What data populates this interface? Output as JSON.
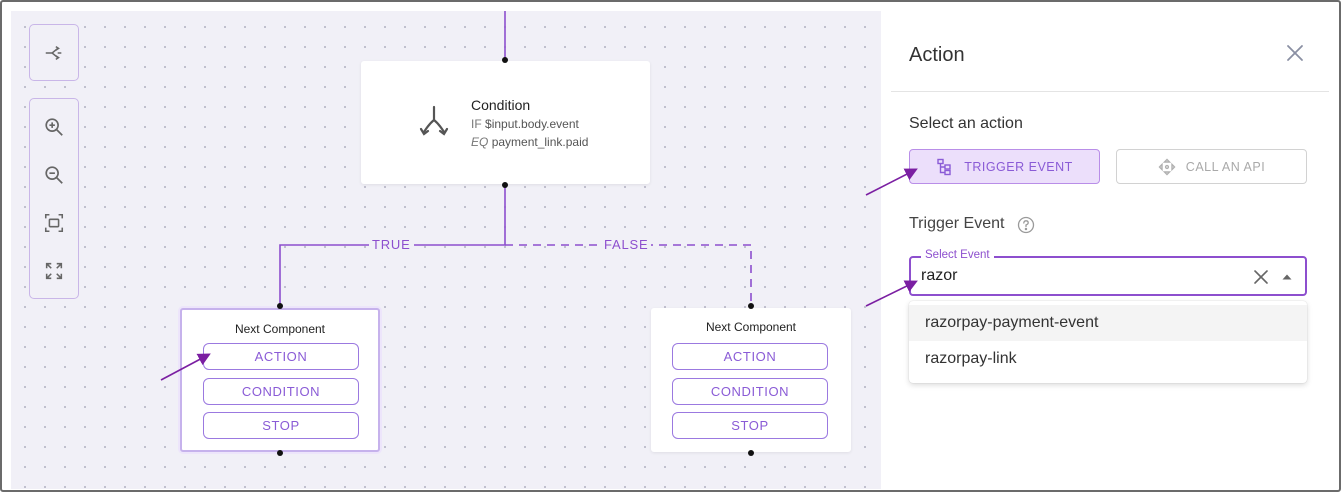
{
  "panel": {
    "title": "Action",
    "select_heading": "Select an action",
    "buttons": {
      "trigger_event": "TRIGGER EVENT",
      "call_api": "CALL AN API"
    },
    "trigger_label": "Trigger Event",
    "select": {
      "legend": "Select Event",
      "value": "razor"
    },
    "options": [
      "razorpay-payment-event",
      "razorpay-link"
    ]
  },
  "condition_node": {
    "title": "Condition",
    "line1_kw": "IF",
    "line1_val": "$input.body.event",
    "line2_kw": "EQ",
    "line2_val": "payment_link.paid"
  },
  "edges": {
    "true_label": "TRUE",
    "false_label": "FALSE"
  },
  "next_nodes": {
    "title": "Next Component",
    "buttons": {
      "action": "ACTION",
      "condition": "CONDITION",
      "stop": "STOP"
    }
  },
  "colors": {
    "accent": "#8d4fce",
    "arrow": "#7b1fa2",
    "canvas": "#f1f0f7"
  },
  "icons": [
    "share-icon",
    "zoom-in-icon",
    "zoom-out-icon",
    "fit-view-icon",
    "fullscreen-icon",
    "condition-split-icon",
    "close-icon",
    "hierarchy-icon",
    "move-icon",
    "help-circle-icon",
    "clear-icon",
    "caret-up-icon"
  ]
}
